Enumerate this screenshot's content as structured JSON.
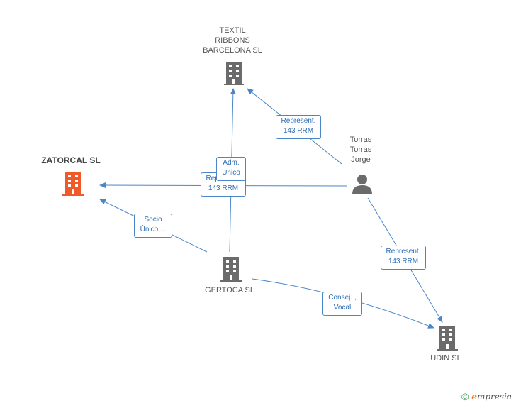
{
  "colors": {
    "edge": "#4a86c8",
    "company": "#6b6b6b",
    "highlight": "#f05a28",
    "person": "#6b6b6b"
  },
  "nodes": {
    "textil": {
      "label": "TEXTIL\nRIBBONS\nBARCELONA SL",
      "icon": "building-icon"
    },
    "zatorcal": {
      "label": "ZATORCAL SL",
      "icon": "building-icon"
    },
    "torras": {
      "label": "Torras\nTorras\nJorge",
      "icon": "person-icon"
    },
    "gertoca": {
      "label": "GERTOCA SL",
      "icon": "building-icon"
    },
    "udin": {
      "label": "UDIN SL",
      "icon": "building-icon"
    }
  },
  "edges": {
    "torras_textil": "Represent.\n143 RRM",
    "torras_zatorcal": "Represent.\n143 RRM",
    "gertoca_textil": "Adm.\nUnico",
    "gertoca_zatorcal": "Socio\nÚnico,...",
    "torras_udin": "Represent.\n143 RRM",
    "gertoca_udin": "Consej. ,\nVocal"
  },
  "footer": {
    "copyright": "©",
    "brand_initial": "e",
    "brand_rest": "mpresia"
  }
}
